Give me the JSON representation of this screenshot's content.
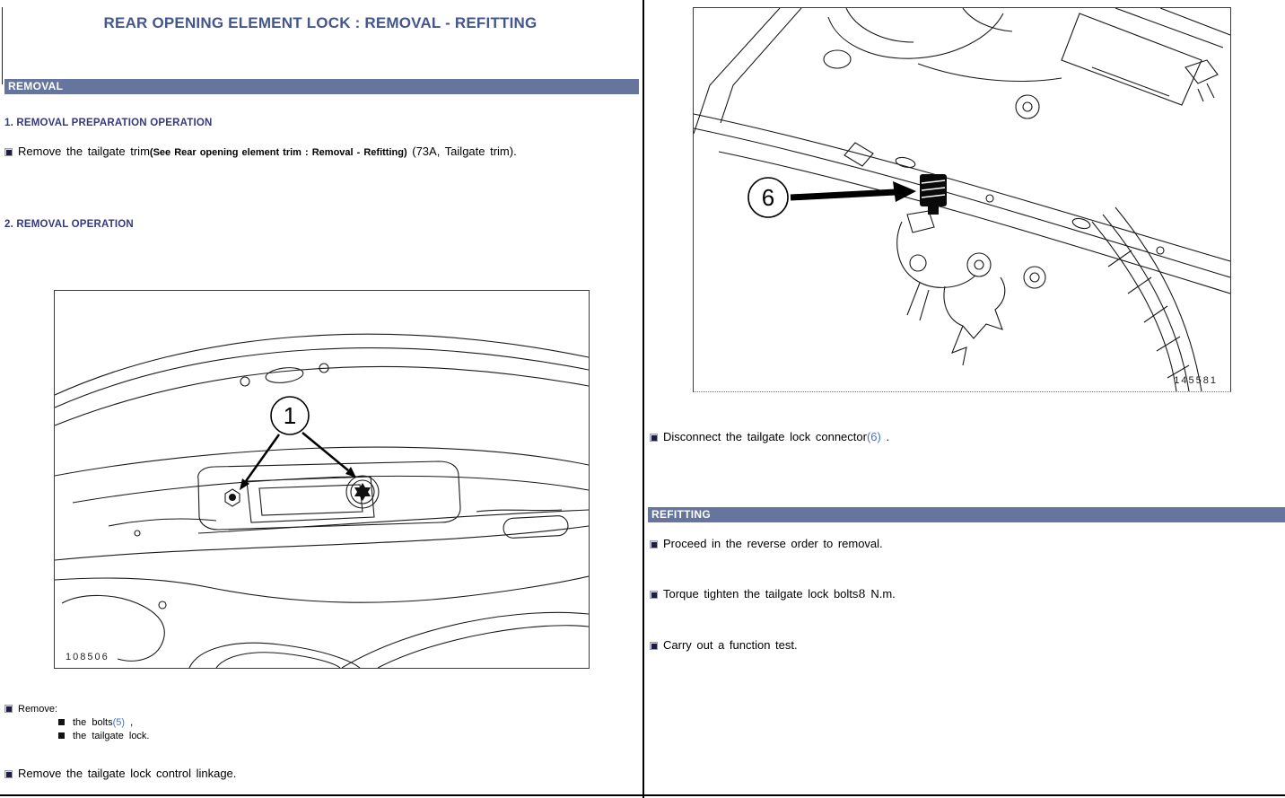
{
  "page": {
    "title": "REAR OPENING ELEMENT LOCK : REMOVAL - REFITTING"
  },
  "colors": {
    "header_bar": "#66759d",
    "title_text": "#44568e",
    "heading_text": "#353a7d",
    "link_text": "#4472c4"
  },
  "left": {
    "removal_header": "REMOVAL",
    "prep_heading": "1. REMOVAL PREPARATION OPERATION",
    "prep_step": {
      "text": "Remove the tailgate trim",
      "see_ref": "(See Rear opening element trim : Removal - Refitting)",
      "location": " (73A, Tailgate trim)."
    },
    "removal_heading": "2. REMOVAL OPERATION",
    "figure1": {
      "callout": "1",
      "ref_number": "108506"
    },
    "remove_list": {
      "label": "Remove:",
      "item1_text": "the bolts",
      "item1_ref": "(5)",
      "item1_suffix": " ,",
      "item2_text": "the tailgate lock."
    },
    "linkage_step": "Remove the tailgate lock control linkage."
  },
  "right": {
    "figure2": {
      "callout": "6",
      "ref_number": "145581"
    },
    "disconnect_step": {
      "text": "Disconnect the tailgate lock connector",
      "ref": "(6)",
      "suffix": " ."
    },
    "refitting_header": "REFITTING",
    "step1": "Proceed in the reverse order to removal.",
    "torque_step": {
      "text": "Torque tighten the tailgate lock bolts",
      "value": "8",
      "unit": " N.m."
    },
    "step3": "Carry out a function test."
  }
}
